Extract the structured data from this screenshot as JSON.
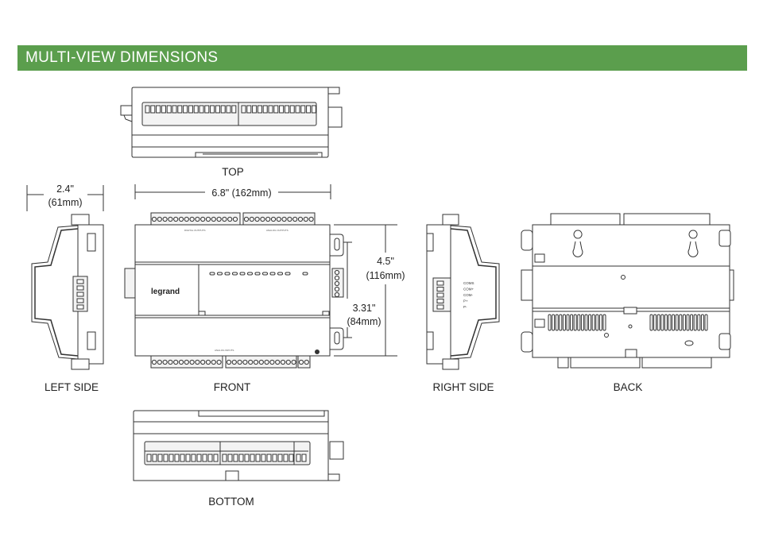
{
  "header": {
    "title": "MULTI-VIEW DIMENSIONS",
    "color": "#5b9e4d"
  },
  "views": {
    "top": "TOP",
    "front": "FRONT",
    "left_side": "LEFT SIDE",
    "right_side": "RIGHT SIDE",
    "back": "BACK",
    "bottom": "BOTTOM"
  },
  "dimensions": {
    "width_in": "6.8\" (162mm)",
    "depth_in": "2.4\"",
    "depth_mm": "(61mm)",
    "height_in": "4.5\"",
    "height_mm": "(116mm)",
    "mount_in": "3.31\"",
    "mount_mm": "(84mm)"
  },
  "front_panel": {
    "brand": "legrand",
    "top_left_block": "DIGITAL OUTPUTS",
    "top_right_block": "ANALOG OUTPUTS",
    "bottom_block": "ANALOG INPUTS"
  },
  "right_side_labels": [
    "COMS",
    "COM+",
    "COM-",
    "P+",
    "P-"
  ]
}
